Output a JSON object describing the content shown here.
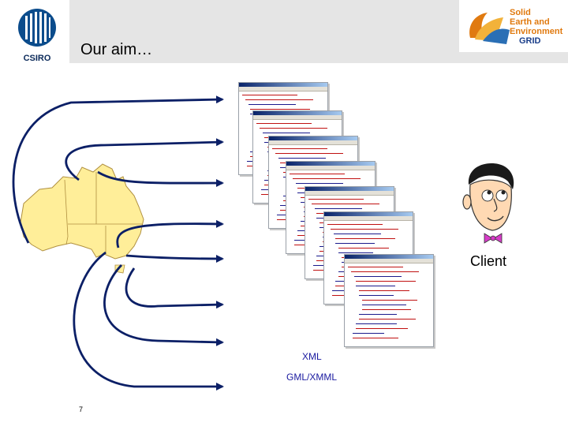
{
  "header": {
    "title": "Our aim…"
  },
  "logos": {
    "left": {
      "name": "CSIRO",
      "text": "CSIRO"
    },
    "right": {
      "line1": "Solid",
      "line2": "Earth and",
      "line3": "Environment",
      "line4": "GRID"
    }
  },
  "diagram": {
    "client_label": "Client",
    "format_primary": "XML",
    "format_secondary": "GML/XMML",
    "document_window_count": 7
  },
  "footer": {
    "page_number": "7"
  },
  "colors": {
    "arrow": "#0b1f66",
    "map_fill": "#ffee99",
    "header_band": "#e5e5e5",
    "format_text": "#1a1aa0"
  }
}
